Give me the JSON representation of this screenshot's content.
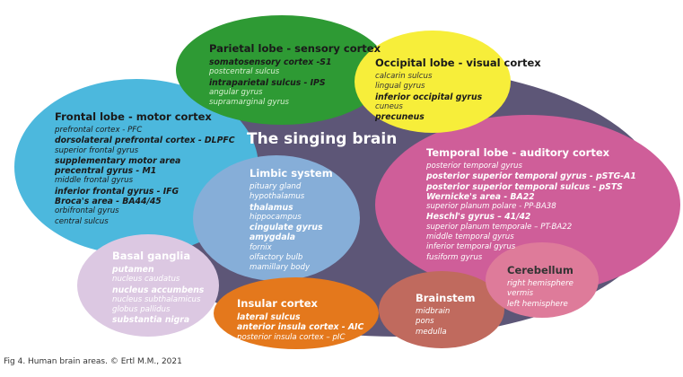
{
  "title": "The singing brain",
  "caption": "Fig 4. Human brain areas. © Ertl M.M., 2021",
  "colors": {
    "background_blob": "#5d5677",
    "parietal": "#2e9a34",
    "occipital": "#f7ee3a",
    "frontal": "#4cb8dd",
    "temporal": "#cf5e99",
    "limbic": "#86aed8",
    "basal": "#dcc8e2",
    "insular": "#e4781c",
    "brainstem": "#c06a5e",
    "cerebellum": "#de7b9a"
  },
  "regions": {
    "parietal": {
      "heading": "Parietal lobe - sensory cortex",
      "items": [
        {
          "text": "somatosensory cortex -S1",
          "bold": true
        },
        {
          "text": "postcentral sulcus",
          "bold": false
        },
        {
          "text": "intraparietal sulcus - IPS",
          "bold": true
        },
        {
          "text": "angular gyrus",
          "bold": false
        },
        {
          "text": "supramarginal gyrus",
          "bold": false
        }
      ]
    },
    "occipital": {
      "heading": "Occipital lobe - visual cortex",
      "items": [
        {
          "text": "calcarin sulcus",
          "bold": false
        },
        {
          "text": "lingual gyrus",
          "bold": false
        },
        {
          "text": "inferior occipital gyrus",
          "bold": true
        },
        {
          "text": "cuneus",
          "bold": false
        },
        {
          "text": "precuneus",
          "bold": true
        }
      ]
    },
    "frontal": {
      "heading": "Frontal lobe - motor cortex",
      "items": [
        {
          "text": "prefrontal cortex - PFC",
          "bold": false
        },
        {
          "text": "dorsolateral prefrontal cortex - DLPFC",
          "bold": true
        },
        {
          "text": "superior frontal gyrus",
          "bold": false
        },
        {
          "text": "supplementary motor area",
          "bold": true
        },
        {
          "text": "precentral gyrus - M1",
          "bold": true
        },
        {
          "text": "middle frontal gyrus",
          "bold": false
        },
        {
          "text": "inferior frontal gyrus - IFG",
          "bold": true
        },
        {
          "text": "Broca's area - BA44/45",
          "bold": true
        },
        {
          "text": "orbifrontal gyrus",
          "bold": false
        },
        {
          "text": "central sulcus",
          "bold": false
        }
      ]
    },
    "temporal": {
      "heading": "Temporal lobe - auditory cortex",
      "items": [
        {
          "text": "posterior temporal gyrus",
          "bold": false
        },
        {
          "text": "posterior superior temporal gyrus - pSTG-A1",
          "bold": true
        },
        {
          "text": "posterior superior temporal sulcus - pSTS",
          "bold": true
        },
        {
          "text": "Wernicke's area - BA22",
          "bold": true
        },
        {
          "text": "superior planum polare - PP-BA38",
          "bold": false
        },
        {
          "text": "Heschl's gyrus – 41/42",
          "bold": true
        },
        {
          "text": "superior planum temporale – PT-BA22",
          "bold": false
        },
        {
          "text": "middle temporal gyrus",
          "bold": false
        },
        {
          "text": "inferior temporal gyrus",
          "bold": false
        },
        {
          "text": "fusiform gyrus",
          "bold": false
        }
      ]
    },
    "limbic": {
      "heading": "Limbic system",
      "items": [
        {
          "text": "pituary gland",
          "bold": false
        },
        {
          "text": "hypothalamus",
          "bold": false
        },
        {
          "text": "thalamus",
          "bold": true
        },
        {
          "text": "hippocampus",
          "bold": false
        },
        {
          "text": "cingulate gyrus",
          "bold": true
        },
        {
          "text": "amygdala",
          "bold": true
        },
        {
          "text": "fornix",
          "bold": false
        },
        {
          "text": "olfactory bulb",
          "bold": false
        },
        {
          "text": "mamillary body",
          "bold": false
        }
      ]
    },
    "basal": {
      "heading": "Basal ganglia",
      "items": [
        {
          "text": "putamen",
          "bold": true
        },
        {
          "text": "nucleus caudatus",
          "bold": false
        },
        {
          "text": "nucleus accumbens",
          "bold": true
        },
        {
          "text": "nucleus subthalamicus",
          "bold": false
        },
        {
          "text": "globus pallidus",
          "bold": false
        },
        {
          "text": "substantia nigra",
          "bold": true
        }
      ]
    },
    "insular": {
      "heading": "Insular cortex",
      "items": [
        {
          "text": "lateral sulcus",
          "bold": true
        },
        {
          "text": "anterior insula cortex - AIC",
          "bold": true
        },
        {
          "text": "posterior insula cortex – pIC",
          "bold": false
        }
      ]
    },
    "brainstem": {
      "heading": "Brainstem",
      "items": [
        {
          "text": "midbrain",
          "bold": false
        },
        {
          "text": "pons",
          "bold": false
        },
        {
          "text": "medulla",
          "bold": false
        }
      ]
    },
    "cerebellum": {
      "heading": "Cerebellum",
      "items": [
        {
          "text": "right hemisphere",
          "bold": false
        },
        {
          "text": "vermis",
          "bold": false
        },
        {
          "text": "left hemisphere",
          "bold": false
        }
      ]
    }
  }
}
